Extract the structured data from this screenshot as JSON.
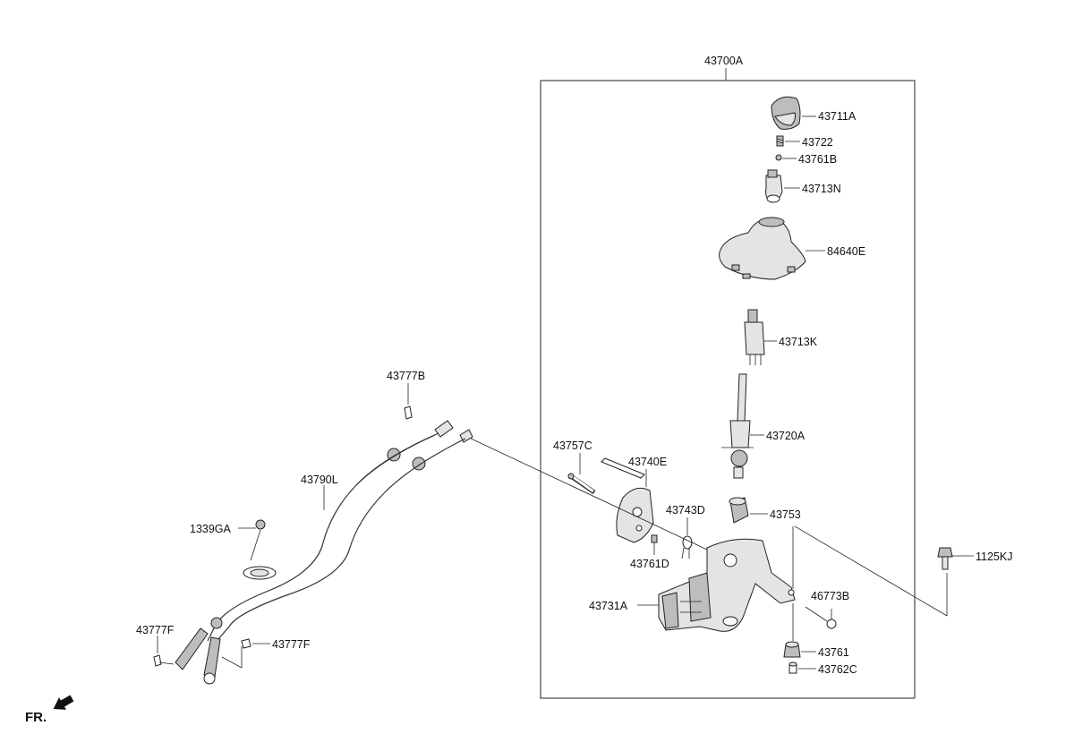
{
  "assembly_label": "43700A",
  "fr_label": "FR.",
  "parts": {
    "p43711A": "43711A",
    "p43722": "43722",
    "p43761B": "43761B",
    "p43713N": "43713N",
    "p84640E": "84640E",
    "p43713K": "43713K",
    "p43720A": "43720A",
    "p43753": "43753",
    "p43757C": "43757C",
    "p43740E": "43740E",
    "p43743D": "43743D",
    "p43761D": "43761D",
    "p43731A": "43731A",
    "p46773B": "46773B",
    "p43761": "43761",
    "p43762C": "43762C",
    "p1125KJ": "1125KJ",
    "p43777B": "43777B",
    "p43790L": "43790L",
    "p1339GA": "1339GA",
    "p43777F_left": "43777F",
    "p43777F_right": "43777F"
  }
}
